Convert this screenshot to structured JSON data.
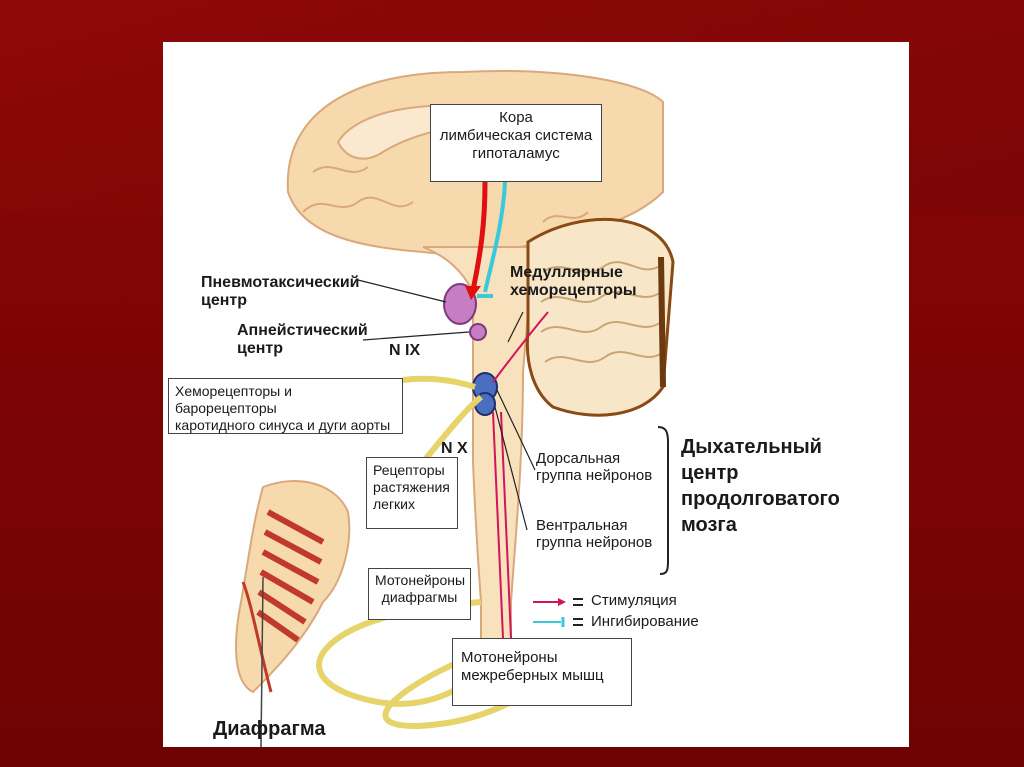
{
  "labels": {
    "cortex_line1": "Кора",
    "cortex_line2": "лимбическая система",
    "cortex_line3": "гипоталамус",
    "pneumotaxic_line1": "Пневмотаксический",
    "pneumotaxic_line2": "центр",
    "apneustic_line1": "Апнейстический",
    "apneustic_line2": "центр",
    "medullary_line1": "Медуллярные",
    "medullary_line2": "хеморецепторы",
    "n_ix": "N IX",
    "n_x": "N X",
    "carotid_line1": "Хеморецепторы и барорецепторы",
    "carotid_line2": "каротидного синуса и дуги аорты",
    "stretch_line1": "Рецепторы",
    "stretch_line2": "растяжения",
    "stretch_line3": "легких",
    "dorsal_line1": "Дорсальная",
    "dorsal_line2": "группа нейронов",
    "ventral_line1": "Вентральная",
    "ventral_line2": "группа нейронов",
    "resp_center_line1": "Дыхательный",
    "resp_center_line2": "центр",
    "resp_center_line3": "продолговатого",
    "resp_center_line4": "мозга",
    "motor_diaphragm_line1": "Мотонейроны",
    "motor_diaphragm_line2": "диафрагмы",
    "motor_intercostal_line1": "Мотонейроны",
    "motor_intercostal_line2": "межреберных мышц",
    "diaphragm": "Диафрагма"
  },
  "legend": {
    "stimulation": "Стимуляция",
    "inhibition": "Ингибирование"
  },
  "colors": {
    "background": "#7a0404",
    "stimulation": "#d4145a",
    "inhibition": "#3cc8d8",
    "cortex_arrow": "#e01010",
    "nerve": "#e6d36a",
    "brain_tissue": "#f6d9ad",
    "nucleus": "#c77dc4",
    "medulla_nucleus": "#4a6fc0"
  }
}
